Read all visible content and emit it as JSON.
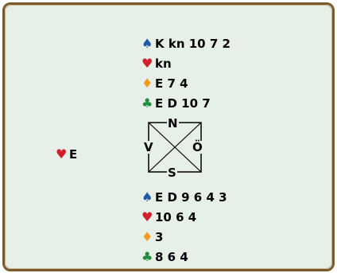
{
  "north": {
    "spades": "K kn 10 7 2",
    "hearts": "kn",
    "diamonds": "E 7 4",
    "clubs": "E D 10 7"
  },
  "west": {
    "hearts": "E"
  },
  "south": {
    "spades": "E D 9 6 4 3",
    "hearts": "10 6 4",
    "diamonds": "3",
    "clubs": "8 6 4"
  },
  "compass": {
    "n": "N",
    "s": "S",
    "w": "V",
    "e": "Ö"
  },
  "suits": {
    "spade": "♠",
    "heart": "♥",
    "diamond": "♦",
    "club": "♣"
  },
  "colors": {
    "spade": "#1f5ba8",
    "heart": "#d0202b",
    "diamond": "#f39a1c",
    "club": "#1f8f3f",
    "frame": "#7a5a2f",
    "background": "#e7efe9"
  }
}
